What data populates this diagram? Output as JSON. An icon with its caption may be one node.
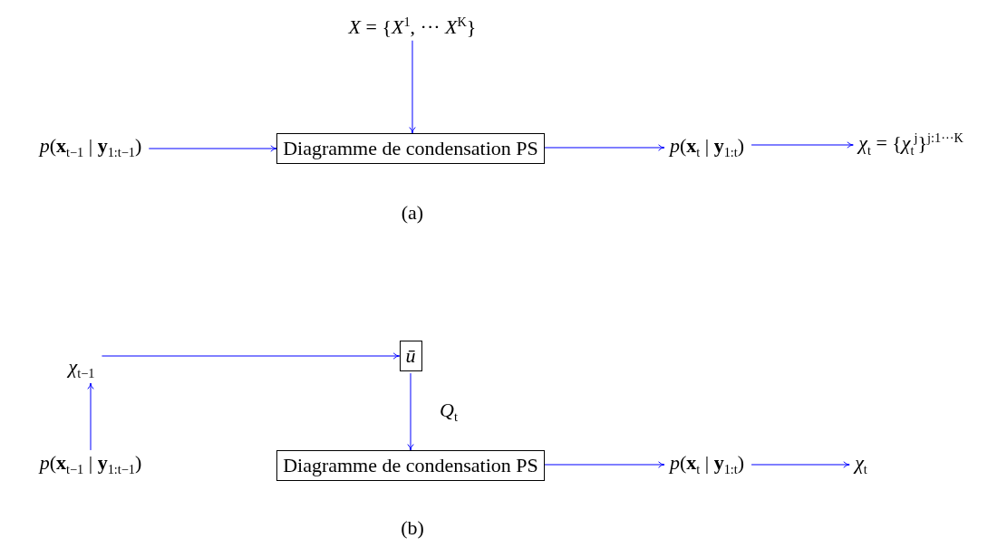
{
  "diagram": {
    "nodes": [
      {
        "text": [
          "*X* = {*X*$^{1}$, ··· *X*$^{K}$}"
        ]
      },
      {
        "text": [
          "*p*(**x**$_{t−1}$ | **y**$_{1:t−1}$)"
        ]
      },
      {
        "text": [
          "Diagramme de condensation PS"
        ]
      },
      {
        "text": [
          "*p*(**x**$_{t}$ | **y**$_{1:t}$)"
        ]
      },
      {
        "text": [
          "*χ*$_{t}$ = {*χ*$_{t}$$^{j}$}$^{j:1···K}$"
        ]
      },
      {
        "text": [
          "*χ*$_{t−1}$"
        ]
      },
      {
        "text": [
          "*ū*"
        ]
      },
      {
        "text": [
          "*p*(**x**$_{t−1}$ | **y**$_{1:t−1}$)"
        ]
      },
      {
        "text": [
          "Diagramme de condensation PS"
        ]
      },
      {
        "text": [
          "*p*(**x**$_{t}$ | **y**$_{1:t}$)"
        ]
      },
      {
        "text": [
          "*χ*$_{t}$"
        ]
      }
    ],
    "edges": [
      {
        "from": 0,
        "to": 2,
        "arrow": "to"
      },
      {
        "from": 1,
        "to": 2,
        "arrow": "to"
      },
      {
        "from": 2,
        "to": 3,
        "arrow": "to"
      },
      {
        "from": 3,
        "to": 4,
        "arrow": "to"
      },
      {
        "from": 5,
        "to": 6,
        "arrow": "to"
      },
      {
        "from": 6,
        "to": 8,
        "arrow": "to",
        "label": "*Q*$_{t}$"
      },
      {
        "from": 7,
        "to": 5,
        "arrow": "to"
      },
      {
        "from": 8,
        "to": 9,
        "arrow": "to"
      },
      {
        "from": 9,
        "to": 10,
        "arrow": "to"
      }
    ],
    "labels": [
      "(a)",
      "(b)"
    ]
  }
}
